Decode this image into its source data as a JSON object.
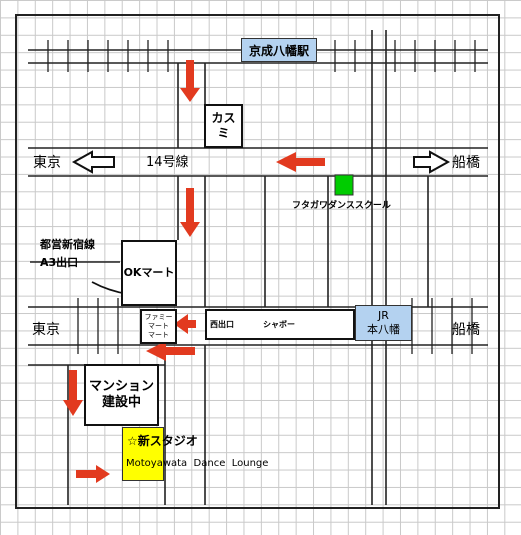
{
  "stations": {
    "keisei_yawata": "京成八幡駅",
    "jr_line1": "JR",
    "jr_line2": "本八幡"
  },
  "stores": {
    "kasumi": "カスミ",
    "ok_mart": "OKマート",
    "family_mart_1": "ファミーマート",
    "family_mart_2": "マート"
  },
  "roads": {
    "route14": "14号線"
  },
  "directions": {
    "tokyo_upper": "東京",
    "funabashi_upper": "船橋",
    "tokyo_lower": "東京",
    "funabashi_lower": "船橋"
  },
  "subway": {
    "line": "都営新宿線",
    "exit": "A3出口"
  },
  "landmarks": {
    "dance_school": "フタガワダンススクール",
    "west_exit": "西出口",
    "shabo": "シャボー",
    "mansion_line1": "マンション",
    "mansion_line2": "建設中"
  },
  "studio": {
    "name": "☆新スタジオ",
    "name_en": "Motoyawata  Dance  Lounge"
  },
  "colors": {
    "arrow_red": "#e23a1f",
    "station_blue": "#b4d2f0",
    "school_green": "#00cc00",
    "studio_yellow": "#ffff00"
  }
}
